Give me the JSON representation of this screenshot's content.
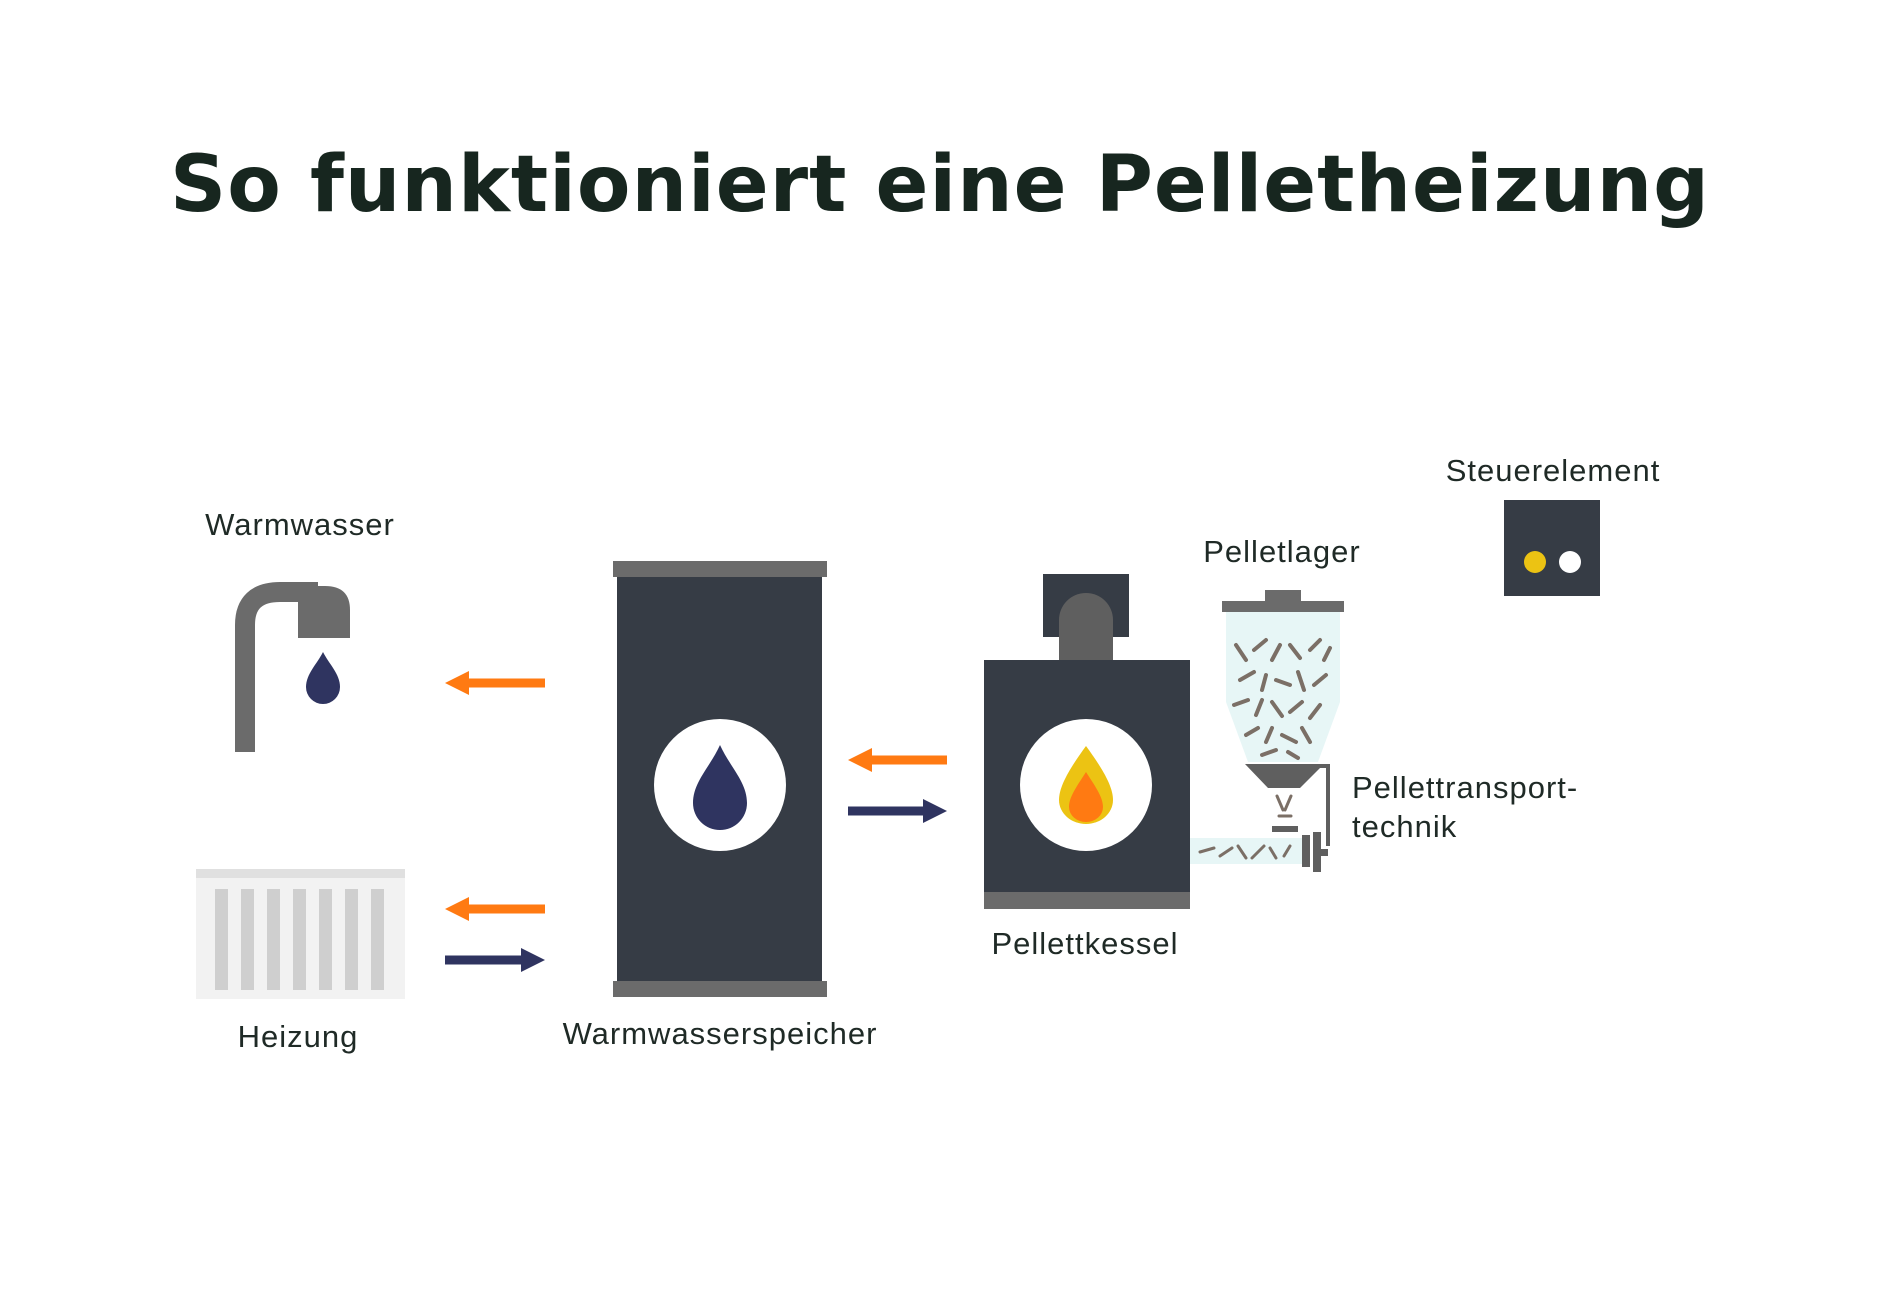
{
  "title": "So funktioniert eine Pelletheizung",
  "labels": {
    "warmwasser": "Warmwasser",
    "heizung": "Heizung",
    "speicher": "Warmwasserspeicher",
    "kessel": "Pellettkessel",
    "lager": "Pelletlager",
    "transport_line1": "Pellettransport-",
    "transport_line2": "technik",
    "steuer": "Steuerelement"
  },
  "icons": {
    "faucet": "faucet-icon",
    "radiator": "radiator-icon",
    "storage_tank": "water-tank-icon",
    "boiler": "pellet-boiler-icon",
    "hopper": "pellet-hopper-icon",
    "auger": "pellet-auger-icon",
    "controller": "control-panel-icon",
    "water_drop": "water-drop-icon",
    "flame": "flame-icon"
  },
  "colors": {
    "dark": "#363c45",
    "gray": "#6b6b6b",
    "orange": "#ff7a12",
    "navy": "#2f3460",
    "yellow": "#ecc313",
    "pellet": "#7b6f66",
    "glass": "#e7f6f6",
    "radiator_bg": "#f2f2f2",
    "radiator_fin": "#cfcfcf"
  }
}
